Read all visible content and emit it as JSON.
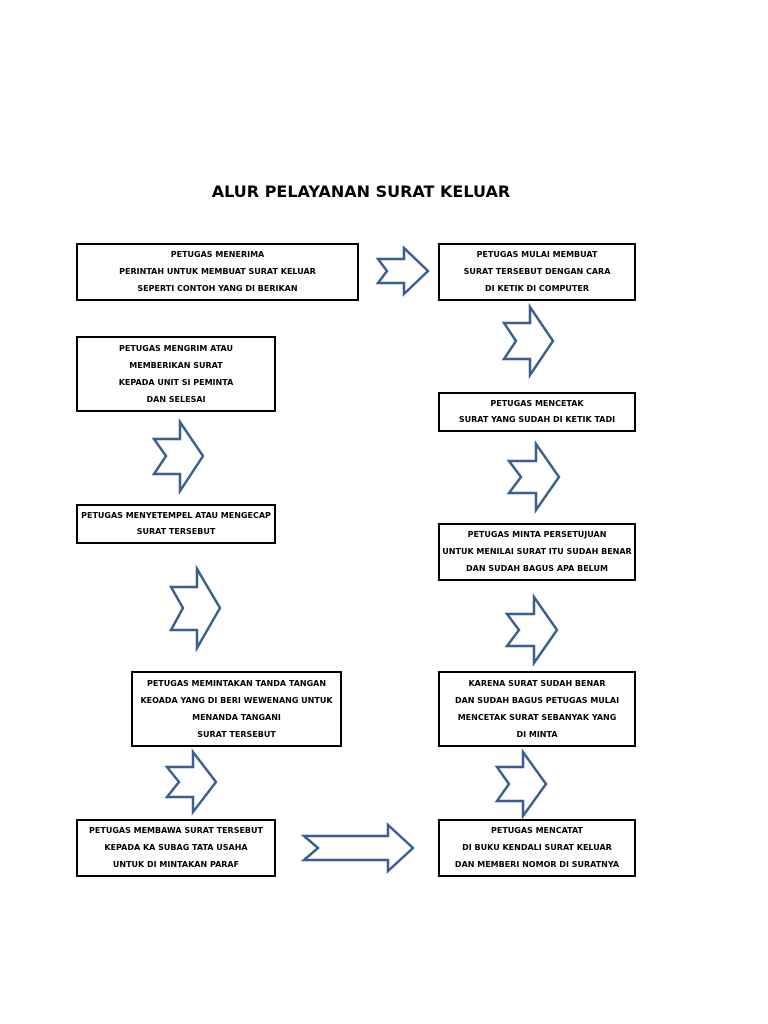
{
  "title": "ALUR PELAYANAN SURAT KELUAR",
  "arrow_color": "#3a5f8f",
  "steps": [
    {
      "lines": [
        "PETUGAS MENERIMA",
        "PERINTAH UNTUK MEMBUAT SURAT KELUAR",
        "SEPERTI CONTOH YANG DI BERIKAN"
      ]
    },
    {
      "lines": [
        "PETUGAS MULAI MEMBUAT",
        "SURAT TERSEBUT DENGAN CARA",
        "DI KETIK DI COMPUTER"
      ]
    },
    {
      "lines": [
        "PETUGAS MENCETAK",
        "SURAT YANG SUDAH DI KETIK TADI"
      ]
    },
    {
      "lines": [
        "PETUGAS MINTA PERSETUJUAN",
        "UNTUK MENILAI SURAT ITU SUDAH BENAR",
        "DAN SUDAH BAGUS APA BELUM"
      ]
    },
    {
      "lines": [
        "KARENA SURAT SUDAH BENAR",
        "DAN SUDAH BAGUS PETUGAS MULAI",
        "MENCETAK SURAT SEBANYAK YANG",
        "DI MINTA"
      ]
    },
    {
      "lines": [
        "PETUGAS MENCATAT",
        "DI BUKU KENDALI SURAT KELUAR",
        "DAN MEMBERI NOMOR DI SURATNYA"
      ]
    },
    {
      "lines": [
        "PETUGAS MEMBAWA SURAT TERSEBUT",
        "KEPADA KA SUBAG TATA USAHA",
        "UNTUK DI MINTAKAN PARAF"
      ]
    },
    {
      "lines": [
        "PETUGAS MEMINTAKAN TANDA TANGAN",
        "KEOADA YANG DI BERI WEWENANG UNTUK",
        "MENANDA TANGANI",
        "SURAT TERSEBUT"
      ]
    },
    {
      "lines": [
        "PETUGAS MENYETEMPEL ATAU MENGECAP",
        "SURAT TERSEBUT"
      ]
    },
    {
      "lines": [
        "PETUGAS MENGRIM ATAU",
        "MEMBERIKAN SURAT",
        "KEPADA UNIT SI PEMINTA",
        "DAN SELESAI"
      ]
    }
  ]
}
